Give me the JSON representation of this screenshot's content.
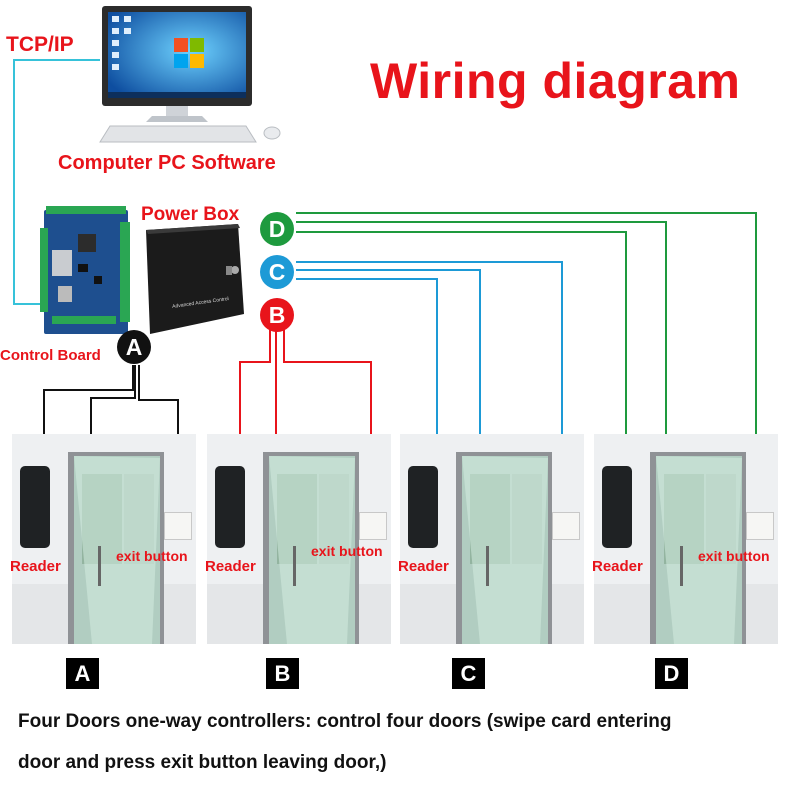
{
  "title": "Wiring diagram",
  "labels": {
    "tcp_ip": "TCP/IP",
    "computer_software": "Computer PC Software",
    "power_box": "Power Box",
    "control_board": "Control Board",
    "reader": "Reader",
    "exit_button": "exit button",
    "power_box_plate": "Advanced Access Control"
  },
  "wire_markers": [
    "A",
    "B",
    "C",
    "D"
  ],
  "doors": [
    {
      "letter": "A",
      "wire_color": "#111111"
    },
    {
      "letter": "B",
      "wire_color": "#e8141b"
    },
    {
      "letter": "C",
      "wire_color": "#1d9ad6"
    },
    {
      "letter": "D",
      "wire_color": "#1e9a3e"
    }
  ],
  "description_lines": [
    "Four Doors one-way controllers: control four doors (swipe card entering",
    "door and press exit button leaving door,)"
  ],
  "colors": {
    "title_red": "#e8141b",
    "wire_black": "#111111",
    "wire_red": "#e8141b",
    "wire_blue": "#1d9ad6",
    "wire_green": "#1e9a3e",
    "tcp_cable": "#36c2d9"
  }
}
